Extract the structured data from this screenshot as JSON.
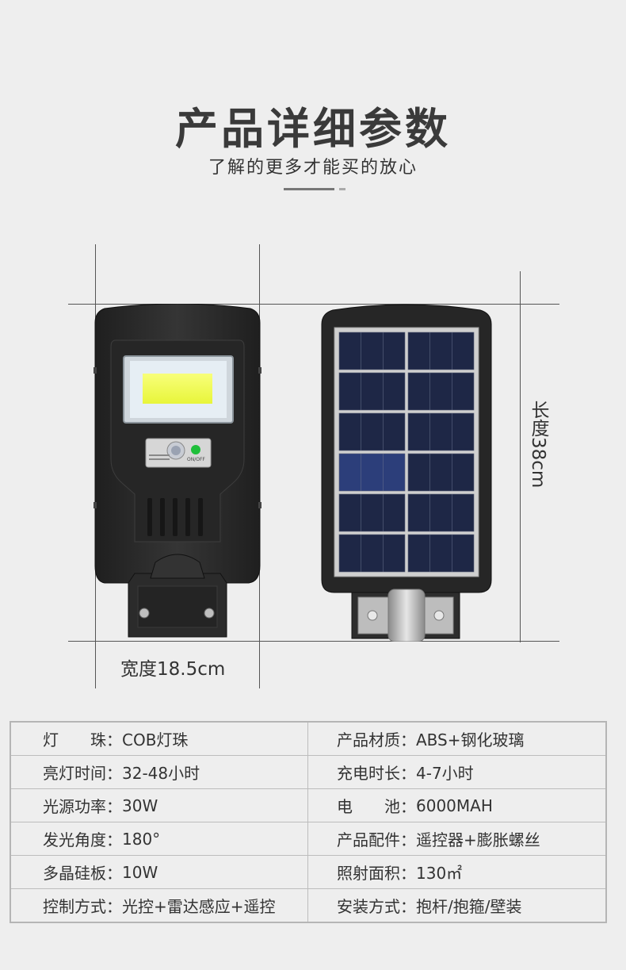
{
  "header": {
    "title": "产品详细参数",
    "subtitle": "了解的更多才能买的放心"
  },
  "dimensions": {
    "width_label": "宽度18.5cm",
    "length_label": "长度38cm"
  },
  "front_light": {
    "sensor_label": "ON/OFF"
  },
  "specs": [
    [
      {
        "label": "灯　　珠：",
        "value": "COB灯珠"
      },
      {
        "label": "产品材质：",
        "value": "ABS+钢化玻璃"
      }
    ],
    [
      {
        "label": "亮灯时间：",
        "value": "32-48小时"
      },
      {
        "label": "充电时长：",
        "value": "4-7小时"
      }
    ],
    [
      {
        "label": "光源功率：",
        "value": "30W"
      },
      {
        "label": "电　　池：",
        "value": "6000MAH"
      }
    ],
    [
      {
        "label": "发光角度：",
        "value": "180°"
      },
      {
        "label": "产品配件：",
        "value": "遥控器+膨胀螺丝"
      }
    ],
    [
      {
        "label": "多晶硅板：",
        "value": "10W"
      },
      {
        "label": "照射面积：",
        "value": "130㎡"
      }
    ],
    [
      {
        "label": "控制方式：",
        "value": "光控+雷达感应+遥控"
      },
      {
        "label": "安装方式：",
        "value": "抱杆/抱箍/壁装"
      }
    ]
  ],
  "colors": {
    "background": "#eeeeee",
    "lamp_body": "#2b2b2b",
    "cob_led": "#f4ff4a",
    "solar_cell": "#1e2746",
    "solar_cell_highlight": "#2c3e7a",
    "power_led": "#1fbf3a"
  }
}
